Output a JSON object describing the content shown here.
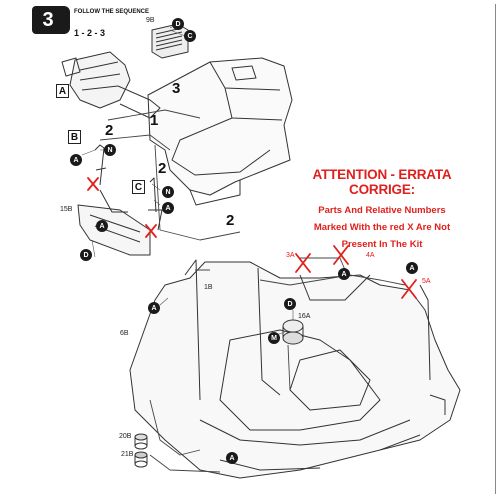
{
  "step": {
    "number": "3",
    "instruction": "Follow the sequence",
    "sequence": "1 - 2 - 3"
  },
  "notice": {
    "title": "ATTENTION - ERRATA CORRIGE:",
    "lines": [
      "Parts And Relative Numbers",
      "Marked With the red X Are Not",
      "Present In The Kit"
    ],
    "color": "#e0201c"
  },
  "sub_views": [
    "A",
    "B",
    "C"
  ],
  "sequence_markers": [
    "1",
    "2",
    "3",
    "2",
    "2"
  ],
  "part_labels": {
    "p9b": "9B",
    "p15b": "15B",
    "p1b": "1B",
    "p6b": "6B",
    "p16a": "16A",
    "p20b": "20B",
    "p21b": "21B",
    "p3a": "3A",
    "p4a": "4A",
    "p5a": "5A"
  },
  "callouts": {
    "D": "D",
    "C": "C",
    "A": "A",
    "N": "N",
    "M": "M"
  }
}
